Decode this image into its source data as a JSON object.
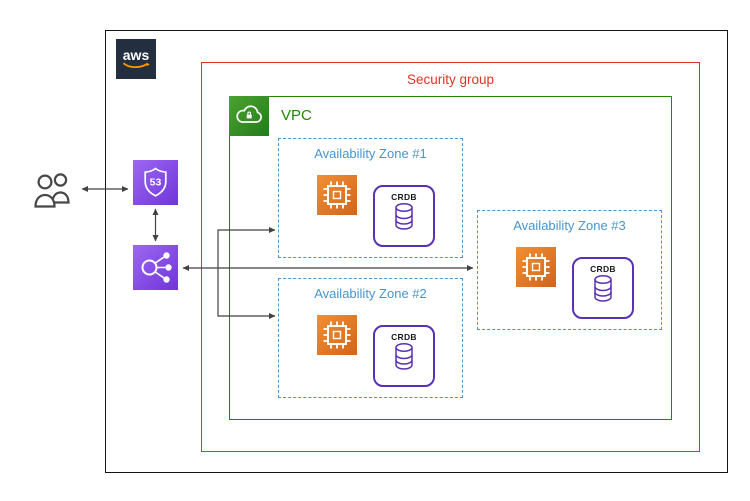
{
  "diagram": {
    "aws_logo_text": "aws",
    "security_group_label": "Security group",
    "vpc_label": "VPC",
    "azs": [
      {
        "label": "Availability Zone #1"
      },
      {
        "label": "Availability Zone #2"
      },
      {
        "label": "Availability Zone #3"
      }
    ],
    "crdb_label": "CRDB",
    "route53_shield_text": "53",
    "colors": {
      "aws_dark": "#232F3E",
      "aws_orange": "#FF9900",
      "security_group_red": "#DD3522",
      "vpc_green": "#1E8900",
      "az_blue": "#4795CE",
      "ec2_orange": "#D2641A",
      "network_purple": "#6F35D8",
      "crdb_purple": "#5A30B5",
      "arrow_gray": "#424242"
    },
    "icons": {
      "aws": "aws-logo",
      "users": "users-icon",
      "route53": "route53-shield-icon",
      "load_balancer": "load-balancer-icon",
      "vpc": "vpc-cloud-icon",
      "ec2": "ec2-chip-icon",
      "database": "database-cylinder-icon"
    }
  }
}
